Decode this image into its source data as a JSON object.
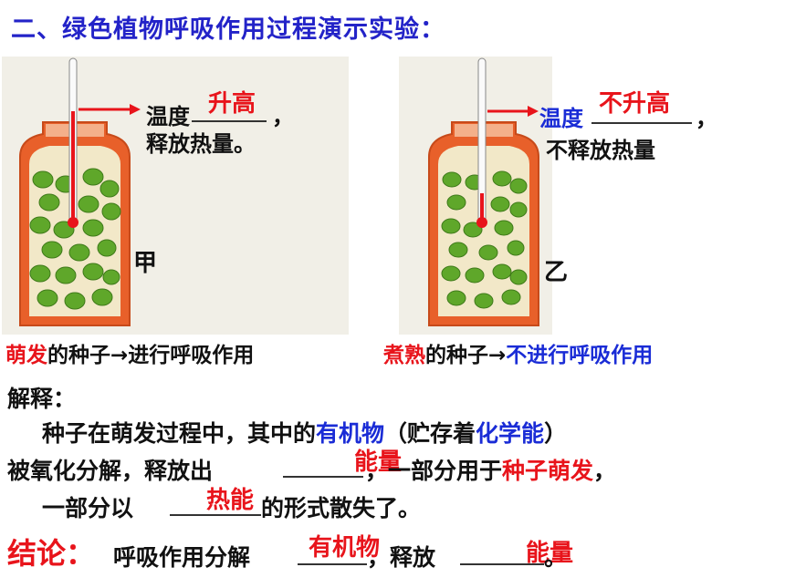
{
  "title": "二、绿色植物呼吸作用过程演示实验：",
  "left_panel": {
    "temp_label": "温度",
    "temp_answer": "升高",
    "comma": "，",
    "heat_line": "释放热量。",
    "jar_label": "甲",
    "caption_colored": "萌发",
    "caption_rest": "的种子→进行呼吸作用"
  },
  "right_panel": {
    "temp_label": "温度",
    "temp_answer": "不升高",
    "comma": "，",
    "heat_line": "不释放热量",
    "jar_label": "乙",
    "caption_colored": "煮熟",
    "caption_mid": "的种子→",
    "caption_blue": "不进行呼吸作用"
  },
  "explanation": {
    "heading": "解释：",
    "line1_a": "种子在萌发过程中，其中的",
    "line1_organic": "有机物",
    "line1_b": "（贮存着",
    "line1_chem": "化学能",
    "line1_c": "）",
    "line2_a": "被氧化分解，释放出",
    "line2_answer": "能量",
    "line2_b": "，一部分用于",
    "line2_seed": "种子萌发",
    "line2_c": "，",
    "line3_a": "一部分以",
    "line3_answer": "热能",
    "line3_b": "的形式散失了。"
  },
  "conclusion": {
    "label": "结论：",
    "text_a": "呼吸作用分解",
    "answer1": "有机物",
    "text_b": "，释放",
    "answer2": "能量",
    "text_c": "。"
  },
  "colors": {
    "title": "#2323c8",
    "red": "#e8141b",
    "blue": "#1a2cd6",
    "jar_orange": "#e8602a",
    "seed_green": "#5fa72a"
  }
}
